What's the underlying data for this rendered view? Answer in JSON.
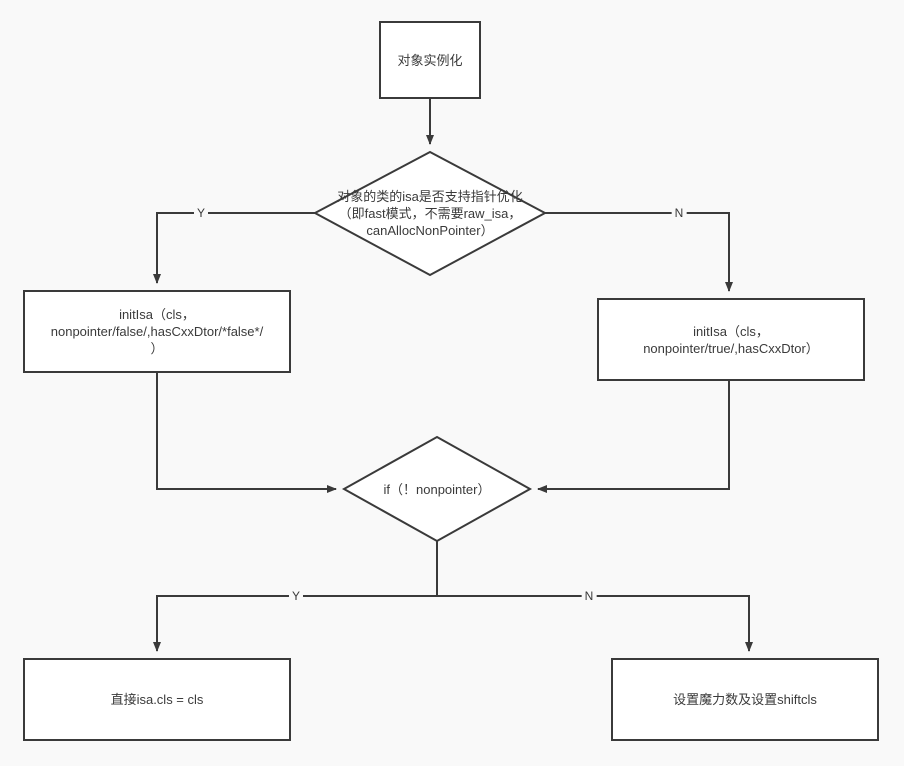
{
  "diagram": {
    "title": "对象实例化 isa 初始化流程图",
    "background_color": "#f9f9f9",
    "stroke_color": "#3a3a3a",
    "node_fill": "#ffffff",
    "text_color": "#3a3a3a",
    "nodes": {
      "start": {
        "id": "start",
        "shape": "rectangle",
        "label": "对象实例化"
      },
      "decision_isa_optimize": {
        "id": "decision_isa_optimize",
        "shape": "diamond",
        "label": "对象的类的isa是否支持指针优化\n（即fast模式，不需要raw_isa，\ncanAllocNonPointer）"
      },
      "init_isa_false": {
        "id": "init_isa_false",
        "shape": "rectangle",
        "label": "initIsa（cls，\nnonpointer/false/,hasCxxDtor/*false*/\n）"
      },
      "init_isa_true": {
        "id": "init_isa_true",
        "shape": "rectangle",
        "label": "initIsa（cls，\nnonpointer/true/,hasCxxDtor）"
      },
      "decision_nonpointer": {
        "id": "decision_nonpointer",
        "shape": "diamond",
        "label": "if（！nonpointer）"
      },
      "assign_cls": {
        "id": "assign_cls",
        "shape": "rectangle",
        "label": "直接isa.cls = cls"
      },
      "set_magic_shiftcls": {
        "id": "set_magic_shiftcls",
        "shape": "rectangle",
        "label": "设置魔力数及设置shiftcls"
      }
    },
    "edge_labels": {
      "isa_yes": "Y",
      "isa_no": "N",
      "nonpointer_yes": "Y",
      "nonpointer_no": "N"
    }
  }
}
